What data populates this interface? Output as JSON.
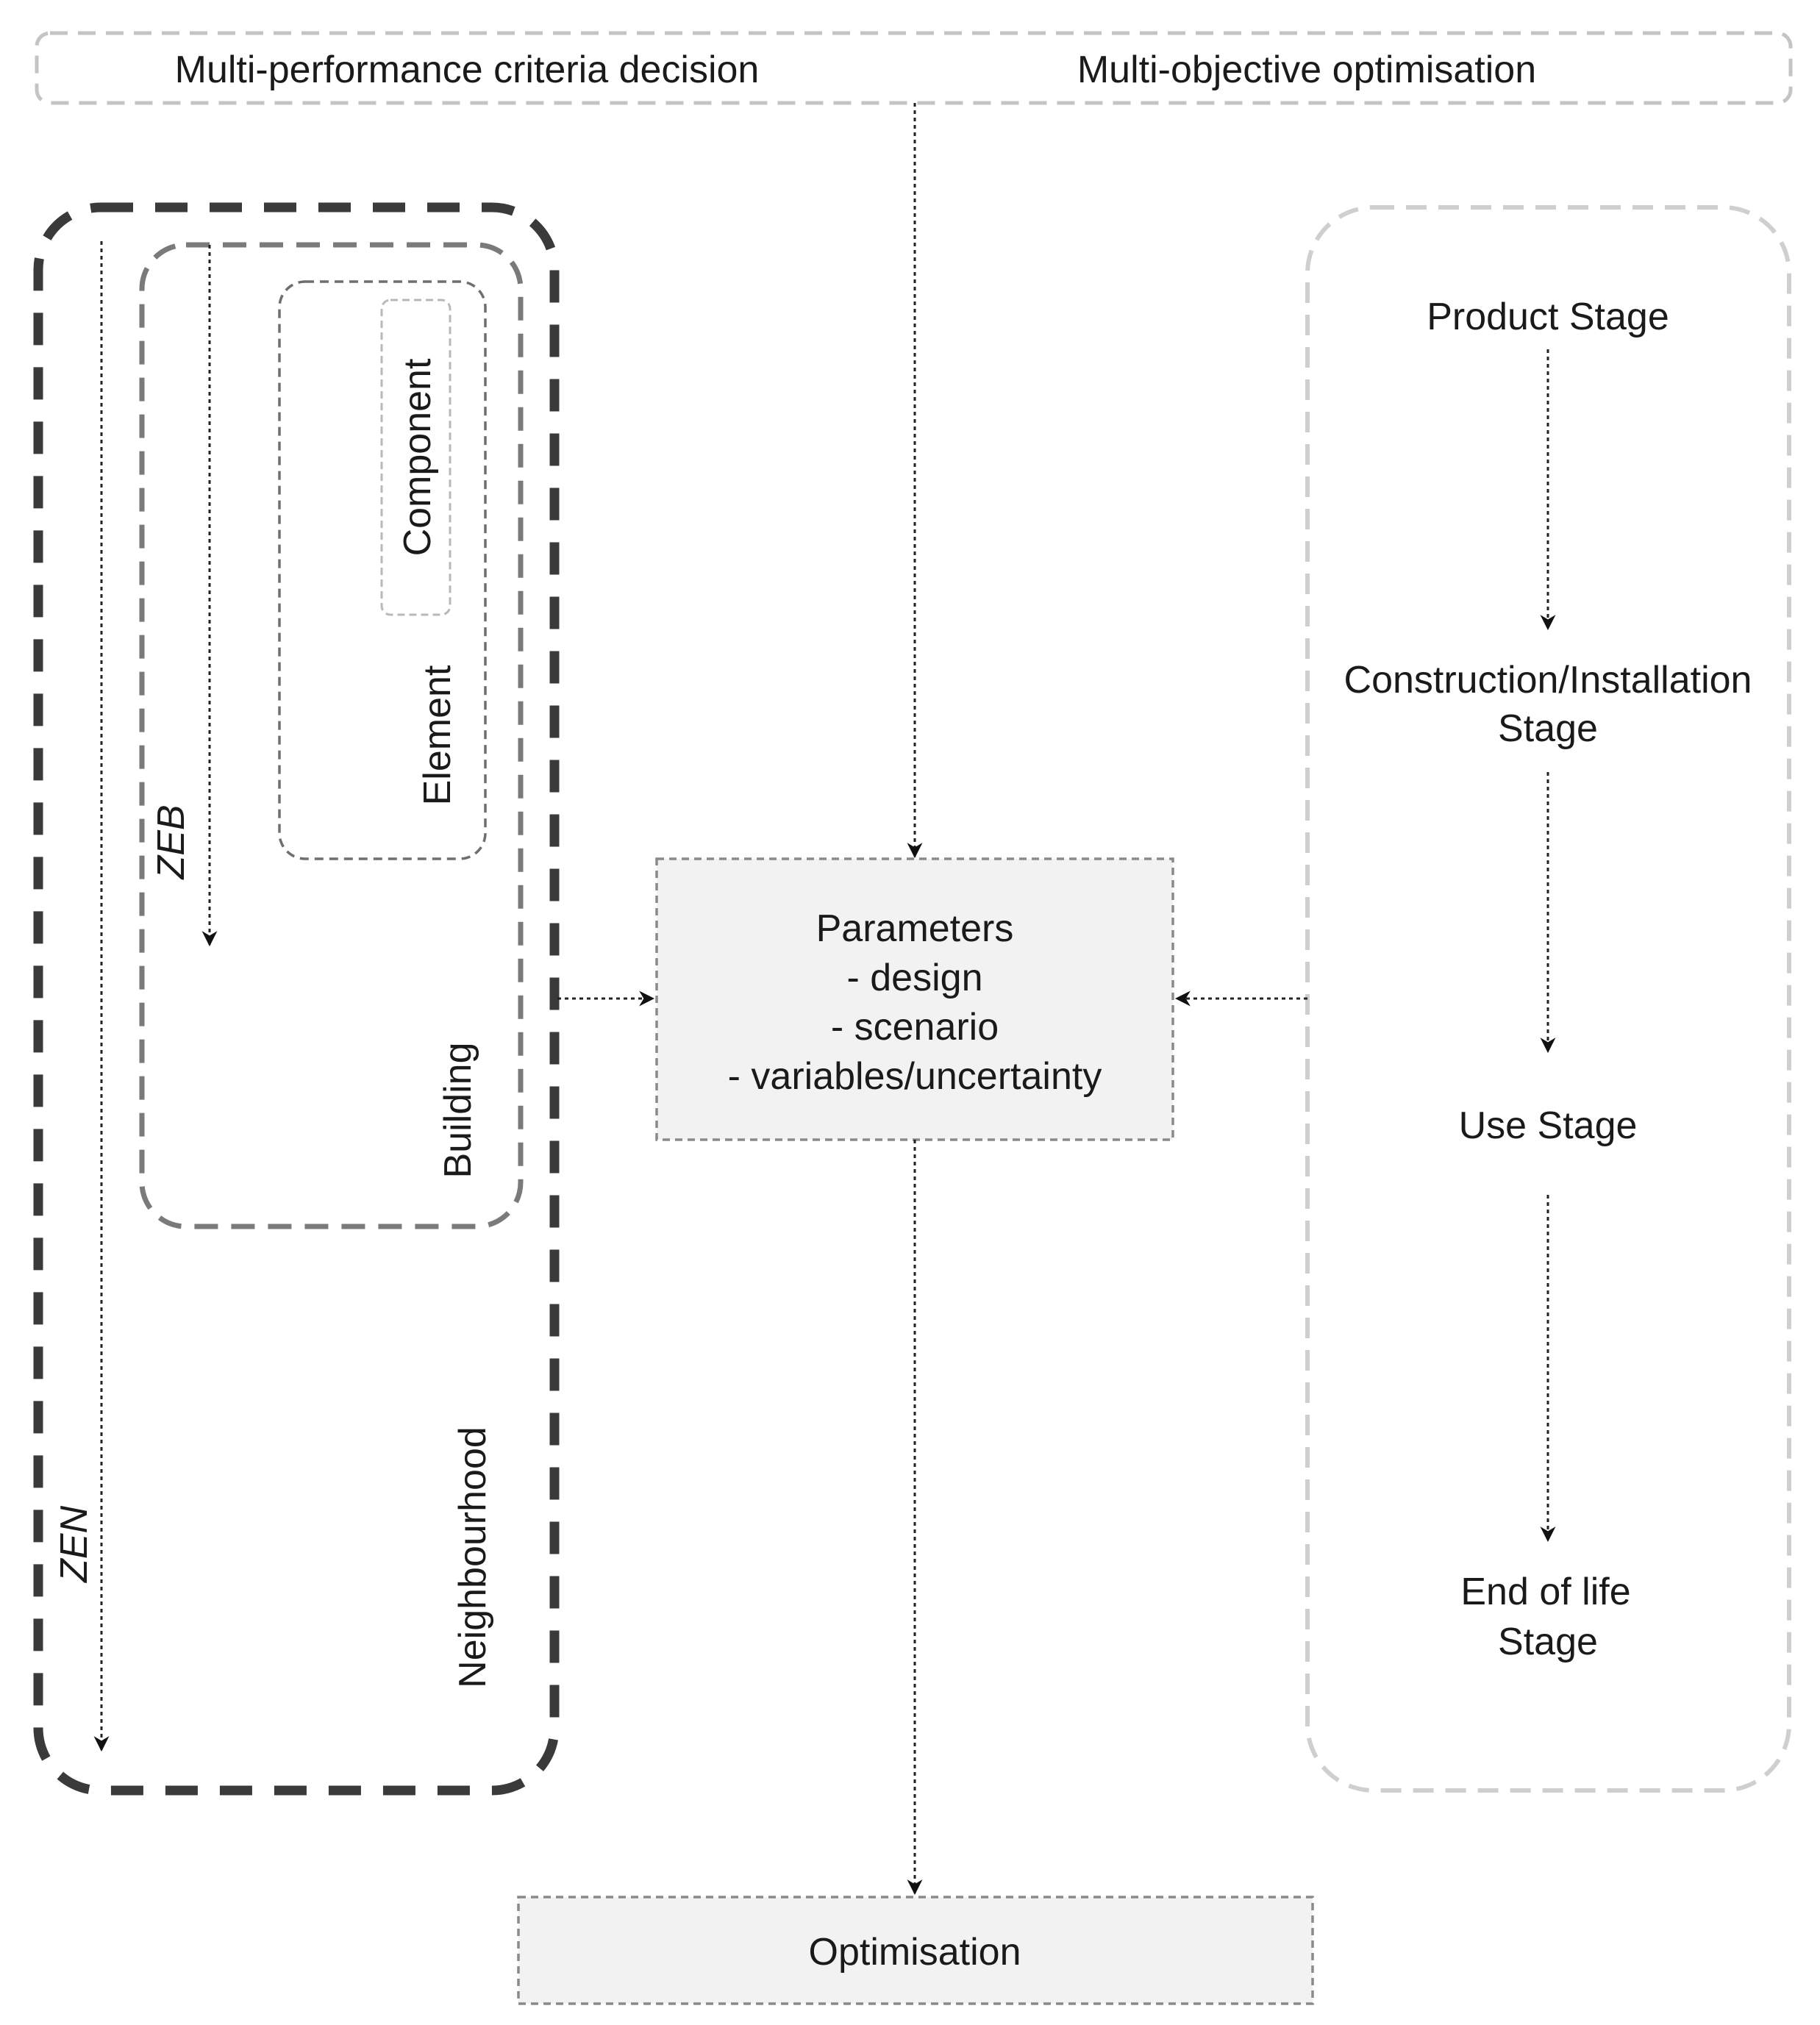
{
  "header": {
    "left_label": "Multi-performance criteria decision",
    "right_label": "Multi-objective optimisation"
  },
  "scale_hierarchy": {
    "zen_label": "ZEN",
    "zeb_label": "ZEB",
    "component_label": "Component",
    "element_label": "Element",
    "building_label": "Building",
    "neighbourhood_label": "Neighbourhood"
  },
  "parameters": {
    "title": "Parameters",
    "items": [
      "- design",
      "- scenario",
      "- variables/uncertainty"
    ]
  },
  "lifecycle": {
    "product": "Product Stage",
    "construction_line1": "Construction/Installation",
    "construction_line2": "Stage",
    "use": "Use Stage",
    "eol_line1": "End of life",
    "eol_line2": "Stage"
  },
  "optimisation": {
    "label": "Optimisation"
  }
}
